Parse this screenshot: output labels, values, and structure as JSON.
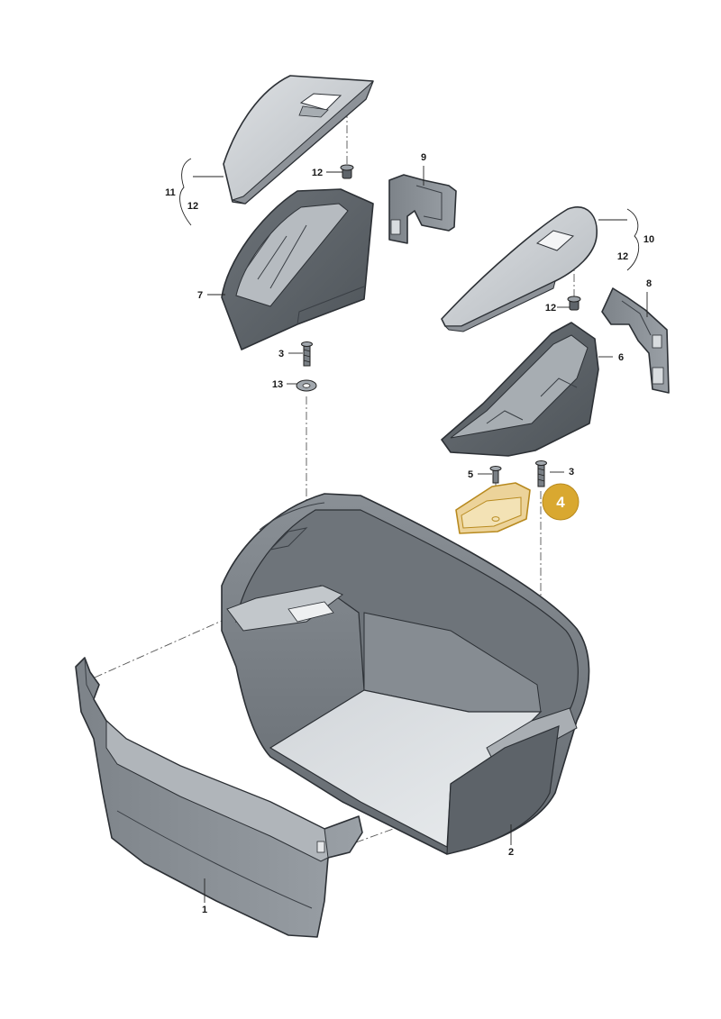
{
  "callouts": {
    "p1": "1",
    "p2": "2",
    "p3a": "3",
    "p3b": "3",
    "p4": "4",
    "p5": "5",
    "p6": "6",
    "p7": "7",
    "p8": "8",
    "p9": "9",
    "p10": "10",
    "p11": "11",
    "p12a": "12",
    "p12b": "12",
    "p12c": "12",
    "p12d": "12",
    "p13": "13"
  },
  "highlight_color": "#d9a830",
  "part_colors": {
    "dark": "#5c6268",
    "mid": "#7b8187",
    "light": "#b9bec3",
    "lid": "#c9cdd1"
  }
}
